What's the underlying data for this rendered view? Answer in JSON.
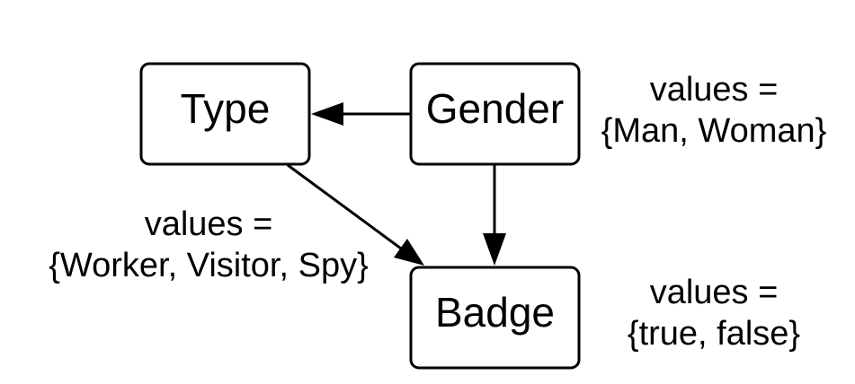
{
  "nodes": {
    "type": {
      "label": "Type"
    },
    "gender": {
      "label": "Gender"
    },
    "badge": {
      "label": "Badge"
    }
  },
  "annotations": {
    "gender": {
      "line1": "values =",
      "line2": "{Man, Woman}"
    },
    "type": {
      "line1": "values =",
      "line2": "{Worker, Visitor, Spy}"
    },
    "badge": {
      "line1": "values =",
      "line2": "{true, false}"
    }
  },
  "edges": [
    {
      "from": "Gender",
      "to": "Type"
    },
    {
      "from": "Gender",
      "to": "Badge"
    },
    {
      "from": "Type",
      "to": "Badge"
    }
  ]
}
